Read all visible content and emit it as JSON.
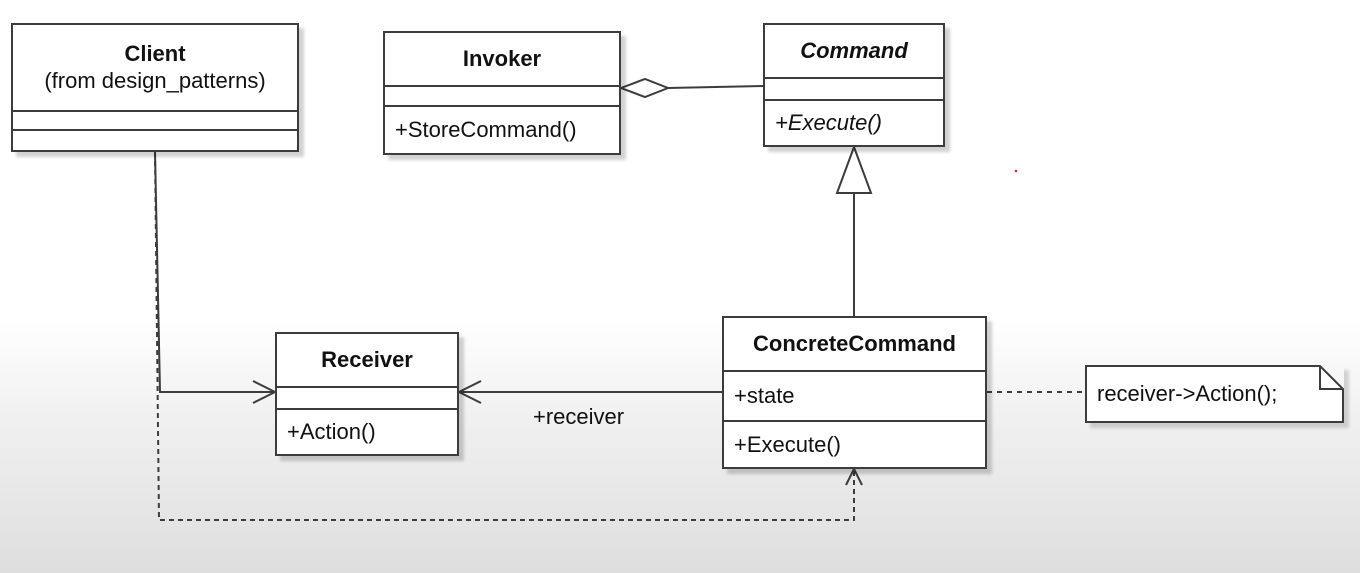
{
  "classes": {
    "client": {
      "name": "Client",
      "stereotype": "(from design_patterns)"
    },
    "invoker": {
      "name": "Invoker",
      "operations": [
        "+StoreCommand()"
      ]
    },
    "command": {
      "name": "Command",
      "operations": [
        "+Execute()"
      ]
    },
    "receiver": {
      "name": "Receiver",
      "operations": [
        "+Action()"
      ]
    },
    "concrete_command": {
      "name": "ConcreteCommand",
      "attributes": [
        "+state"
      ],
      "operations": [
        "+Execute()"
      ]
    }
  },
  "note": {
    "text": "receiver->Action();"
  },
  "relationships": {
    "concrete_to_receiver": {
      "type": "association",
      "label": "+receiver"
    },
    "invoker_command": {
      "type": "aggregation"
    },
    "concrete_command_generalization": {
      "type": "generalization"
    },
    "client_to_receiver": {
      "type": "association"
    },
    "client_to_concrete": {
      "type": "dependency"
    }
  },
  "colors": {
    "line": "#3c3c3c",
    "box_fill": "#ffffff",
    "text": "#111111"
  }
}
